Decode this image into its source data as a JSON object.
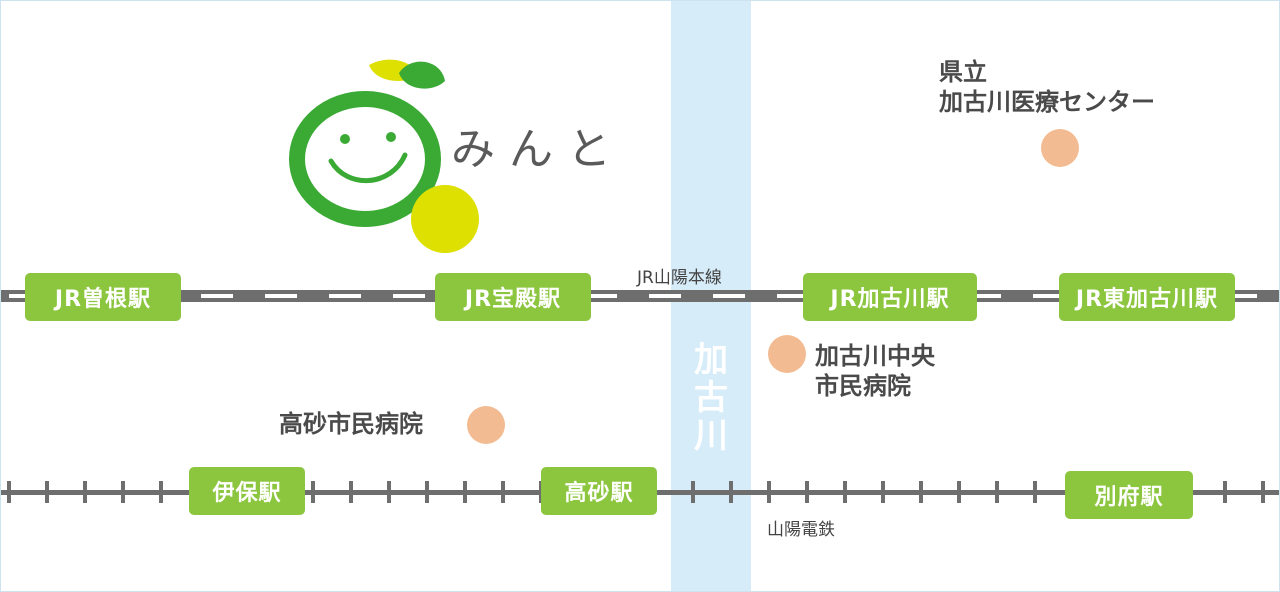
{
  "logo": {
    "text": "みんと",
    "colors": {
      "green": "#3aaa35",
      "yellow": "#dde000"
    }
  },
  "river": {
    "label": "加古川",
    "color": "#d6ecf8"
  },
  "lines": {
    "jr": {
      "label": "JR山陽本線",
      "color": "#6e6e6e"
    },
    "sanyo": {
      "label": "山陽電鉄",
      "color": "#6e6e6e"
    }
  },
  "stations": {
    "jr_sone": "JR曽根駅",
    "jr_hoden": "JR宝殿駅",
    "jr_kakogawa": "JR加古川駅",
    "jr_higashikakogawa": "JR東加古川駅",
    "iho": "伊保駅",
    "takasago": "高砂駅",
    "befu": "別府駅",
    "color": "#8cc63f"
  },
  "hospitals": {
    "prefectural": {
      "line1": "県立",
      "line2": "加古川医療センター"
    },
    "kakogawa_central": {
      "line1": "加古川中央",
      "line2": "市民病院"
    },
    "takasago": {
      "name": "高砂市民病院"
    },
    "color": "#f2bb92"
  }
}
